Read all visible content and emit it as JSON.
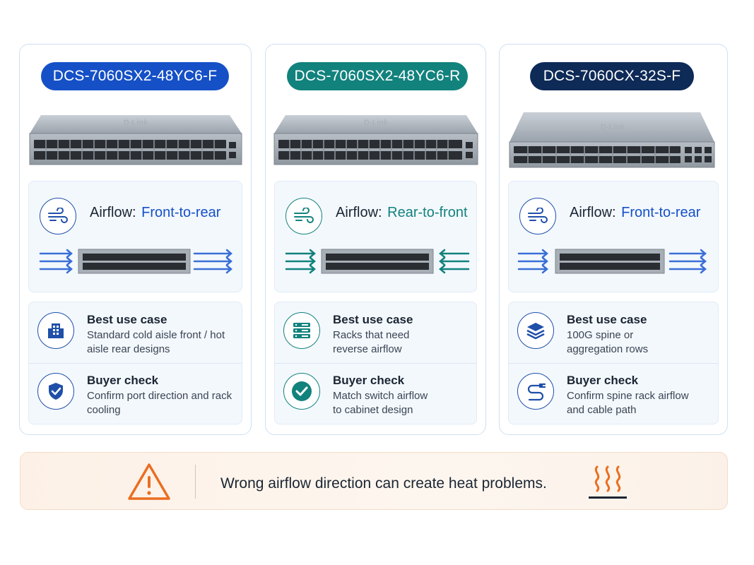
{
  "colors": {
    "blue": "#1550c7",
    "teal": "#12827d",
    "navy": "#0e2a57",
    "warning": "#ea6e20"
  },
  "cards": [
    {
      "model": "DCS-7060SX2-48YC6-F",
      "airflow_label": "Airflow:",
      "airflow_value": "Front-to-rear",
      "best_use_title": "Best use case",
      "best_use_text": "Standard cold aisle front / hot aisle rear designs",
      "buyer_title": "Buyer check",
      "buyer_text": "Confirm port direction and rack cooling",
      "icons": [
        "wind-icon",
        "building-icon",
        "shield-check-icon"
      ],
      "switch_brand": "D-Link"
    },
    {
      "model": "DCS-7060SX2-48YC6-R",
      "airflow_label": "Airflow:",
      "airflow_value": "Rear-to-front",
      "best_use_title": "Best use case",
      "best_use_text": "Racks that need reverse airflow",
      "buyer_title": "Buyer check",
      "buyer_text": "Match switch airflow to cabinet design",
      "icons": [
        "wind-icon",
        "server-rack-icon",
        "check-circle-icon"
      ],
      "switch_brand": "D-Link"
    },
    {
      "model": "DCS-7060CX-32S-F",
      "airflow_label": "Airflow:",
      "airflow_value": "Front-to-rear",
      "best_use_title": "Best use case",
      "best_use_text": "100G spine or aggregation rows",
      "buyer_title": "Buyer check",
      "buyer_text": "Confirm spine rack airflow and cable path",
      "icons": [
        "wind-icon",
        "layers-icon",
        "cable-icon"
      ],
      "switch_brand": "D-Link"
    }
  ],
  "warning": {
    "text": "Wrong airflow direction can create heat problems.",
    "icons": [
      "warning-triangle-icon",
      "heat-icon"
    ]
  }
}
